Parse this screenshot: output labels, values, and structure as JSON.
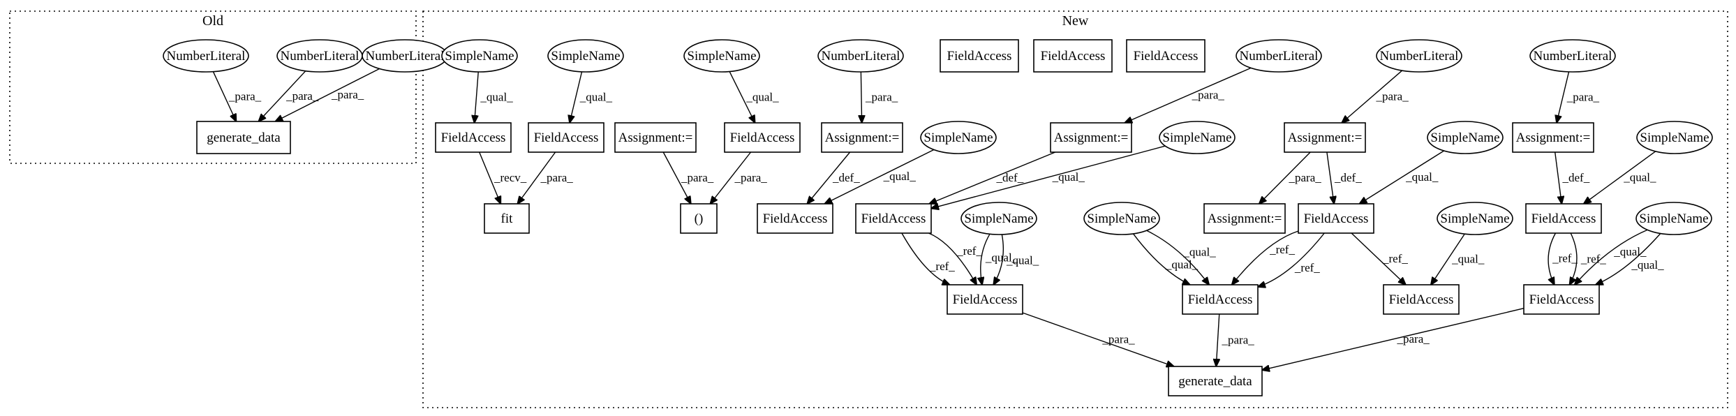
{
  "clusters": [
    {
      "id": "old",
      "label": "Old"
    },
    {
      "id": "new",
      "label": "New"
    }
  ],
  "nodes": [
    {
      "id": "o_nl1",
      "label": "NumberLiteral",
      "shape": "ellipse"
    },
    {
      "id": "o_nl2",
      "label": "NumberLiteral",
      "shape": "ellipse"
    },
    {
      "id": "o_nl3",
      "label": "NumberLiteral",
      "shape": "ellipse"
    },
    {
      "id": "o_gen",
      "label": "generate_data",
      "shape": "box"
    },
    {
      "id": "sn1",
      "label": "SimpleName",
      "shape": "ellipse"
    },
    {
      "id": "sn2",
      "label": "SimpleName",
      "shape": "ellipse"
    },
    {
      "id": "sn3",
      "label": "SimpleName",
      "shape": "ellipse"
    },
    {
      "id": "nl1",
      "label": "NumberLiteral",
      "shape": "ellipse"
    },
    {
      "id": "fa_iso1",
      "label": "FieldAccess",
      "shape": "box"
    },
    {
      "id": "fa_iso2",
      "label": "FieldAccess",
      "shape": "box"
    },
    {
      "id": "fa_iso3",
      "label": "FieldAccess",
      "shape": "box"
    },
    {
      "id": "nl2",
      "label": "NumberLiteral",
      "shape": "ellipse"
    },
    {
      "id": "nl3",
      "label": "NumberLiteral",
      "shape": "ellipse"
    },
    {
      "id": "nl4",
      "label": "NumberLiteral",
      "shape": "ellipse"
    },
    {
      "id": "fa1",
      "label": "FieldAccess",
      "shape": "box"
    },
    {
      "id": "fa2",
      "label": "FieldAccess",
      "shape": "box"
    },
    {
      "id": "as1",
      "label": "Assignment:=",
      "shape": "box"
    },
    {
      "id": "fa3",
      "label": "FieldAccess",
      "shape": "box"
    },
    {
      "id": "as2",
      "label": "Assignment:=",
      "shape": "box"
    },
    {
      "id": "sn4",
      "label": "SimpleName",
      "shape": "ellipse"
    },
    {
      "id": "as3",
      "label": "Assignment:=",
      "shape": "box"
    },
    {
      "id": "sn5",
      "label": "SimpleName",
      "shape": "ellipse"
    },
    {
      "id": "as4",
      "label": "Assignment:=",
      "shape": "box"
    },
    {
      "id": "sn6",
      "label": "SimpleName",
      "shape": "ellipse"
    },
    {
      "id": "as5",
      "label": "Assignment:=",
      "shape": "box"
    },
    {
      "id": "sn7",
      "label": "SimpleName",
      "shape": "ellipse"
    },
    {
      "id": "fit",
      "label": "fit",
      "shape": "box"
    },
    {
      "id": "paren",
      "label": "()",
      "shape": "box"
    },
    {
      "id": "fa4",
      "label": "FieldAccess",
      "shape": "box"
    },
    {
      "id": "fa5",
      "label": "FieldAccess",
      "shape": "box"
    },
    {
      "id": "sn8",
      "label": "SimpleName",
      "shape": "ellipse"
    },
    {
      "id": "sn9",
      "label": "SimpleName",
      "shape": "ellipse"
    },
    {
      "id": "as6",
      "label": "Assignment:=",
      "shape": "box"
    },
    {
      "id": "fa6",
      "label": "FieldAccess",
      "shape": "box"
    },
    {
      "id": "sn10",
      "label": "SimpleName",
      "shape": "ellipse"
    },
    {
      "id": "fa7",
      "label": "FieldAccess",
      "shape": "box"
    },
    {
      "id": "sn11",
      "label": "SimpleName",
      "shape": "ellipse"
    },
    {
      "id": "fa8",
      "label": "FieldAccess",
      "shape": "box"
    },
    {
      "id": "fa9",
      "label": "FieldAccess",
      "shape": "box"
    },
    {
      "id": "fa10",
      "label": "FieldAccess",
      "shape": "box"
    },
    {
      "id": "fa11",
      "label": "FieldAccess",
      "shape": "box"
    },
    {
      "id": "gen",
      "label": "generate_data",
      "shape": "box"
    }
  ],
  "edges": [
    {
      "from": "o_nl1",
      "to": "o_gen",
      "label": "_para_"
    },
    {
      "from": "o_nl2",
      "to": "o_gen",
      "label": "_para_"
    },
    {
      "from": "o_nl3",
      "to": "o_gen",
      "label": "_para_"
    },
    {
      "from": "sn1",
      "to": "fa1",
      "label": "_qual_"
    },
    {
      "from": "sn2",
      "to": "fa2",
      "label": "_qual_"
    },
    {
      "from": "sn3",
      "to": "fa3",
      "label": "_qual_"
    },
    {
      "from": "nl1",
      "to": "as2",
      "label": "_para_"
    },
    {
      "from": "nl2",
      "to": "as3",
      "label": "_para_"
    },
    {
      "from": "nl3",
      "to": "as4",
      "label": "_para_"
    },
    {
      "from": "nl4",
      "to": "as5",
      "label": "_para_"
    },
    {
      "from": "fa1",
      "to": "fit",
      "label": "_recv_"
    },
    {
      "from": "fa2",
      "to": "fit",
      "label": "_para_"
    },
    {
      "from": "as1",
      "to": "paren",
      "label": "_para_"
    },
    {
      "from": "fa3",
      "to": "paren",
      "label": "_para_"
    },
    {
      "from": "as2",
      "to": "fa4",
      "label": "_def_"
    },
    {
      "from": "sn4",
      "to": "fa4",
      "label": "_qual_"
    },
    {
      "from": "as3",
      "to": "fa5",
      "label": "_def_"
    },
    {
      "from": "sn5",
      "to": "fa5",
      "label": "_qual_"
    },
    {
      "from": "as4",
      "to": "as6",
      "label": "_para_"
    },
    {
      "from": "as4",
      "to": "fa6",
      "label": "_def_"
    },
    {
      "from": "sn6",
      "to": "fa6",
      "label": "_qual_"
    },
    {
      "from": "as5",
      "to": "fa7",
      "label": "_def_"
    },
    {
      "from": "sn7",
      "to": "fa7",
      "label": "_qual_"
    },
    {
      "from": "fa5",
      "to": "fa8",
      "label": "_ref_"
    },
    {
      "from": "fa5",
      "to": "fa8",
      "label": "_ref_"
    },
    {
      "from": "sn8",
      "to": "fa8",
      "label": "_qual_"
    },
    {
      "from": "sn8",
      "to": "fa8",
      "label": "_qual_"
    },
    {
      "from": "fa6",
      "to": "fa9",
      "label": "_ref_"
    },
    {
      "from": "fa6",
      "to": "fa9",
      "label": "_ref_"
    },
    {
      "from": "sn9",
      "to": "fa9",
      "label": "_qual_"
    },
    {
      "from": "sn9",
      "to": "fa9",
      "label": "_qual_"
    },
    {
      "from": "fa6",
      "to": "fa10",
      "label": "_ref_"
    },
    {
      "from": "sn10",
      "to": "fa10",
      "label": "_qual_"
    },
    {
      "from": "fa7",
      "to": "fa11",
      "label": "_ref_"
    },
    {
      "from": "fa7",
      "to": "fa11",
      "label": "_ref_"
    },
    {
      "from": "sn11",
      "to": "fa11",
      "label": "_qual_"
    },
    {
      "from": "sn11",
      "to": "fa11",
      "label": "_qual_"
    },
    {
      "from": "fa8",
      "to": "gen",
      "label": "_para_"
    },
    {
      "from": "fa9",
      "to": "gen",
      "label": "_para_"
    },
    {
      "from": "fa11",
      "to": "gen",
      "label": "_para_"
    }
  ]
}
